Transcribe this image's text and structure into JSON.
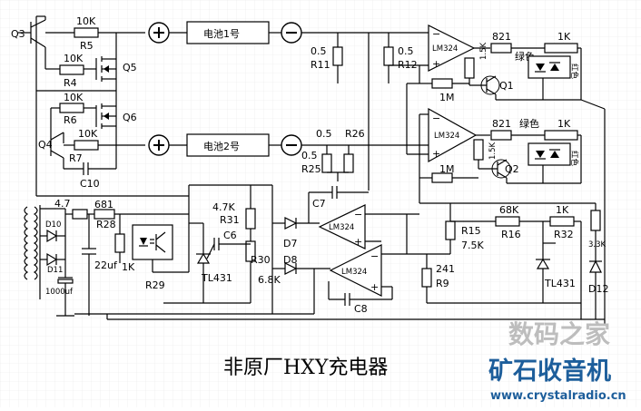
{
  "title": "非原厂HXY充电器",
  "watermark": {
    "top": "数码之家",
    "middle": "矿石收音机",
    "url": "www.crystalradio.cn",
    "color": "#1d5e9b"
  },
  "batteries": {
    "b1": "电池1号",
    "b2": "电池2号"
  },
  "opamp_label": "LM324",
  "labels": {
    "Q3": "Q3",
    "Q4": "Q4",
    "Q5": "Q5",
    "Q6": "Q6",
    "Q1": "Q1",
    "Q2": "Q2",
    "R5_val": "10K",
    "R5": "R5",
    "R4_val": "10K",
    "R4": "R4",
    "R6_val": "10K",
    "R6": "R6",
    "R7_val": "10K",
    "R7": "R7",
    "C10": "C10",
    "R11_val": "0.5",
    "R11": "R11",
    "R12_val": "0.5",
    "R12": "R12",
    "R25_val": "0.5",
    "R25": "R25",
    "R26_val": "0.5",
    "R26": "R26",
    "R_821a": "821",
    "R_821b": "821",
    "R_1Ka": "1K",
    "R_1Kb": "1K",
    "R_15a": "1.5K",
    "R_15b": "1.5K",
    "R_1Ma": "1M",
    "R_1Mb": "1M",
    "green_a": "绿色",
    "green_b": "绿色",
    "red_a": "红色",
    "red_b": "红色",
    "R_47": "4.7",
    "R_681": "681",
    "R28": "R28",
    "R31_val": "4.7K",
    "R31": "R31",
    "C6": "C6",
    "R30": "R30",
    "R30_val": "6.8K",
    "TL431_a": "TL431",
    "TL431_b": "TL431",
    "R_1Kopto": "1K",
    "R29": "R29",
    "C7": "C7",
    "C8": "C8",
    "D7": "D7",
    "D8": "D8",
    "R15": "R15",
    "R15_val": "7.5K",
    "R16_val": "68K",
    "R16": "R16",
    "R32_val": "1K",
    "R32": "R32",
    "R33_val": "3.3K",
    "D12": "D12",
    "R9_val": "241",
    "R9": "R9",
    "D10": "D10",
    "D11": "D11",
    "C_1000": "1000uf",
    "C_22": "22uf"
  }
}
